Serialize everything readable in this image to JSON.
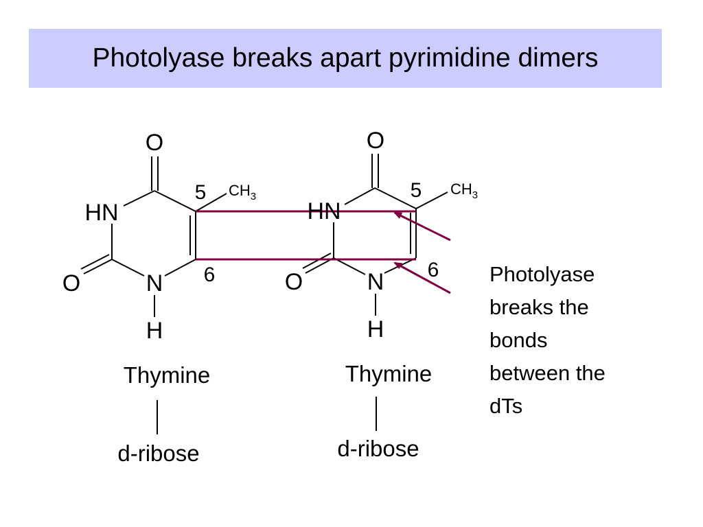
{
  "title": "Photolyase breaks apart pyrimidine dimers",
  "left_molecule": {
    "o_top": "O",
    "hn": "HN",
    "o_left": "O",
    "n": "N",
    "h": "H",
    "pos5": "5",
    "pos6": "6",
    "ch": "CH",
    "sub3": "3",
    "name": "Thymine",
    "sugar": "d-ribose"
  },
  "right_molecule": {
    "o_top": "O",
    "hn": "HN",
    "o_left": "O",
    "n": "N",
    "h": "H",
    "pos5": "5",
    "pos6": "6",
    "ch": "CH",
    "sub3": "3",
    "name": "Thymine",
    "sugar": "d-ribose"
  },
  "caption_lines": [
    "Photolyase",
    "breaks the",
    "bonds",
    "between the",
    "dTs"
  ],
  "colors": {
    "title_bg": "#ccccff",
    "dimer_bonds": "#800040"
  }
}
